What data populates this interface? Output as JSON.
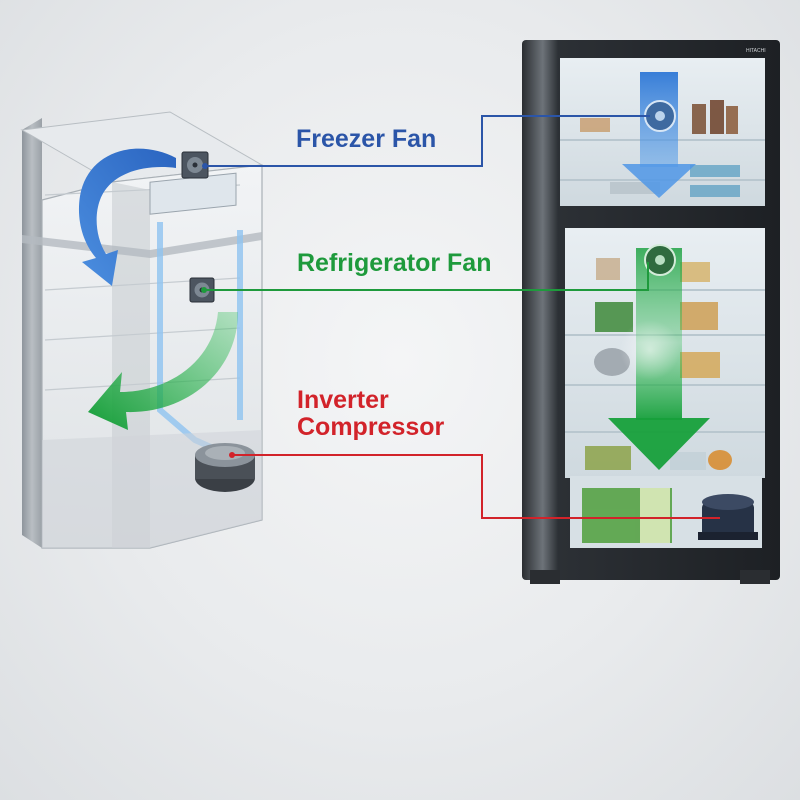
{
  "labels": {
    "freezer_fan": "Freezer Fan",
    "refrigerator_fan": "Refrigerator Fan",
    "compressor_line1": "Inverter",
    "compressor_line2": "Compressor"
  },
  "brand_mark": "HITACHI",
  "colors": {
    "freezer": "#2b55a8",
    "refrigerator": "#1e9a3c",
    "compressor": "#d2232a",
    "airflow_blue": "#3a7fd0",
    "airflow_green": "#26a745"
  }
}
